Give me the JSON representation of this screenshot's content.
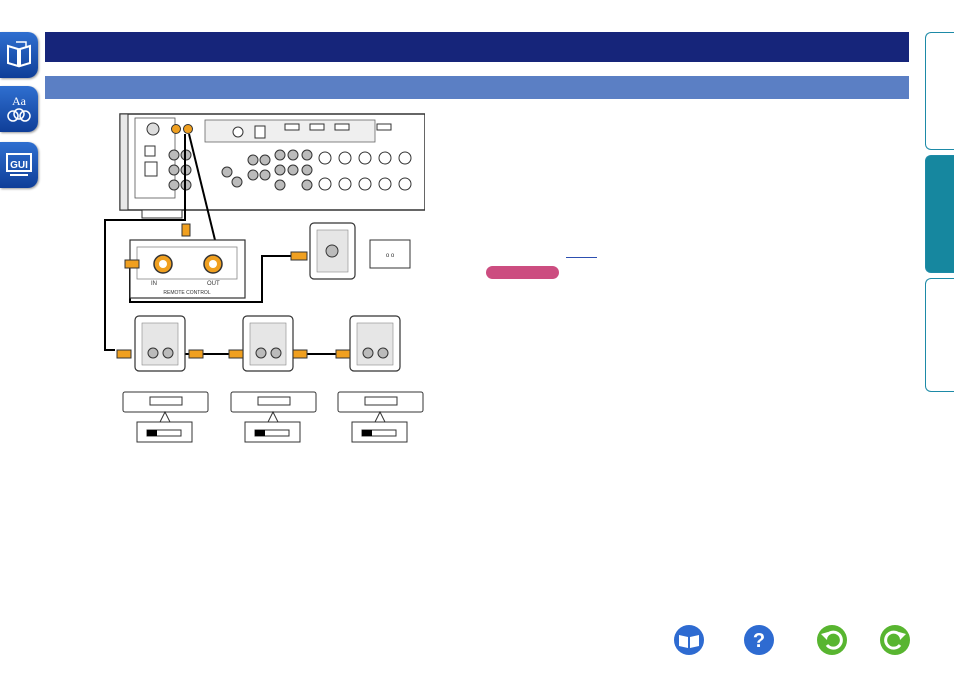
{
  "side_nav": {
    "icons": [
      "book-contents-icon",
      "glossary-icon",
      "gui-icon"
    ],
    "glossary_label": "Aa",
    "gui_label": "GUI"
  },
  "diagram": {
    "rc_in_label": "IN",
    "rc_out_label": "OUT",
    "rc_panel_label": "REMOTE CONTROL",
    "colors": {
      "cable_plug": "#f0a020",
      "cable": "#000000",
      "panel_gray": "#bfbfbf"
    }
  },
  "right_tabs": [
    "tab-top",
    "tab-middle-active",
    "tab-bottom"
  ],
  "bottom_nav": {
    "buttons": [
      "contents-book-icon",
      "help-question-icon",
      "back-arrow-icon",
      "forward-arrow-icon"
    ],
    "help_glyph": "?",
    "colors": {
      "blue": "#2e6bd1",
      "green": "#58b530"
    }
  }
}
